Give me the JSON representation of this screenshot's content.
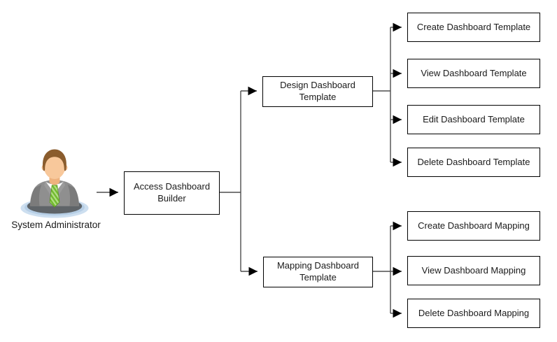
{
  "actor": {
    "label": "System Administrator",
    "icon": "businessman-icon"
  },
  "flow": {
    "root": {
      "label": "Access Dashboard Builder"
    },
    "branches": [
      {
        "label": "Design Dashboard Template",
        "children": [
          "Create Dashboard Template",
          "View Dashboard Template",
          "Edit Dashboard Template",
          "Delete Dashboard Template"
        ]
      },
      {
        "label": "Mapping Dashboard Template",
        "children": [
          "Create Dashboard Mapping",
          "View Dashboard Mapping",
          "Delete Dashboard Mapping"
        ]
      }
    ]
  },
  "colors": {
    "background": "#ffffff",
    "box_border": "#000000",
    "text": "#1a1a1a",
    "connector": "#4d4d4d",
    "arrowhead": "#000000",
    "suit_gray": "#8f8f8f",
    "tie_green": "#72bb2e",
    "base_blue": "#cddff0",
    "hair_brown": "#8a5c2d",
    "skin": "#f8c89b"
  }
}
